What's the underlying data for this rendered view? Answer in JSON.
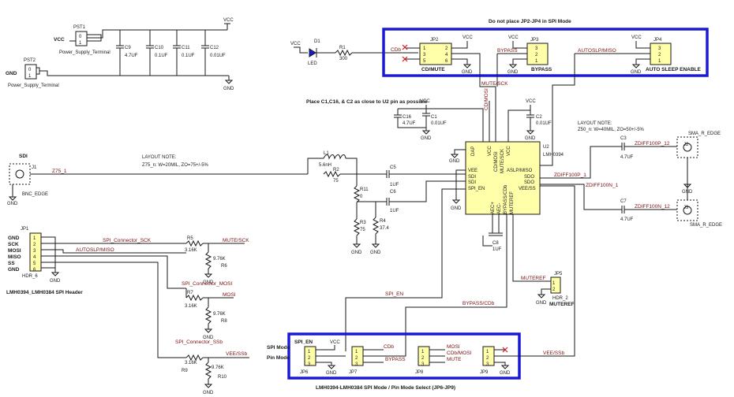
{
  "notes": {
    "spi_mode": "Do not place JP2-JP4 in SPI Mode",
    "close": "Place C1,C16, & C2 as close to U2 pin as possible",
    "layout1_title": "LAYOUT NOTE:",
    "layout1_text": "Z75_n: W=20MIL, ZO=75+/-5%",
    "layout2_title": "LAYOUT NOTE:",
    "layout2_text": "Z50_n: W=40MIL, ZO=50+/-5%",
    "header_title": "LMH0394_LMH0384 SPI Header",
    "mode_title": "LMH0394-LMH0384 SPI Mode / Pin Mode Select (JP6-JP9)",
    "spi_mode_lbl": "SPI Mode",
    "pin_mode_lbl": "Pin Mode"
  },
  "power": {
    "vcc": "VCC",
    "gnd": "GND"
  },
  "components": {
    "pst1": "PST1",
    "pst2": "PST2",
    "pst_name": "Power_Supply_Terminal",
    "pin0": "0",
    "pin1": "1",
    "c9": "C9",
    "c9v": "4.7UF",
    "c10": "C10",
    "c10v": "0.1UF",
    "c11": "C11",
    "c11v": "0.1UF",
    "c12": "C12",
    "c12v": "0.01UF",
    "d1": "D1",
    "d1v": "LED",
    "r1": "R1",
    "r1v": "300",
    "jp2": "JP2",
    "jp2v": "CD/MUTE",
    "jp3": "JP3",
    "jp3v": "BYPASS",
    "jp4": "JP4",
    "jp4v": "AUTO SLEEP ENABLE",
    "c16": "C16",
    "c16v": "4.7UF",
    "c1": "C1",
    "c1v": "0.01UF",
    "c2": "C2",
    "c2v": "0.01UF",
    "u2": "U2",
    "u2v": "LMH0394",
    "j1": "J1",
    "j1v": "BNC_EDGE",
    "sdi": "SDI",
    "l1": "L1",
    "l1v": "5.6nH",
    "r2": "R2",
    "r2v": "75",
    "r11": "R11",
    "r11v": "0",
    "r3": "R3",
    "r3v": "75",
    "r4": "R4",
    "r4v": "37.4",
    "c5": "C5",
    "c5v": "1UF",
    "c6": "C6",
    "c6v": "1UF",
    "c3": "C3",
    "c3v": "4.7UF",
    "c7": "C7",
    "c7v": "4.7UF",
    "c8": "C8",
    "c8v": "1UF",
    "j2": "J2",
    "j3": "J3",
    "sma": "SMA_R_EDGE",
    "jp1": "JP1",
    "jp1v": "HDR_6",
    "jp5": "JP5",
    "jp5v": "HDR_2",
    "r5": "R5",
    "r5v": "3.16K",
    "r6": "R6",
    "r6v": "9.76K",
    "r7": "R7",
    "r7v": "3.16K",
    "r8": "R8",
    "r8v": "9.76K",
    "r9": "R9",
    "r9v": "3.16K",
    "r10": "R10",
    "r10v": "9.76K",
    "jp6": "JP6",
    "jp7": "JP7",
    "jp8": "JP8",
    "jp9": "JP9",
    "spi_en": "SPI_EN"
  },
  "u2_pins": {
    "dap": "DAP",
    "vee": "VEE",
    "sdi": "SDI",
    "sdi_n": "SDI",
    "spi_en": "SPI_EN",
    "vcc": "VCC",
    "cdmosi": "CD/MOSI",
    "mutesck": "MUTE/SCK",
    "vcc2": "VCC",
    "aslp": "ASLP/MISO",
    "sdo": "SDO",
    "sdo_n": "SDO",
    "veess": "VEE/SS",
    "aec_p": "AEC+",
    "aec_n": "AEC-",
    "bypcdb": "BYPASS/CDb",
    "muteref": "MUTEREF"
  },
  "jp1_pins": [
    "GND",
    "SCK",
    "MOSI",
    "MISO",
    "SS",
    "GND"
  ],
  "nets": {
    "cdb": "CDb",
    "bypass": "BYPASS",
    "autoslp": "AUTOSLP/MISO",
    "mutesck": "MUTE/SCK",
    "cdmosi": "CD/MOSI",
    "z75": "Z75_1",
    "zdiff100p": "ZDIFF100P_12",
    "zdiff100n": "ZDIFF100N_12",
    "zdiff100p1": "ZDIFF100P_1",
    "zdiff100n1": "ZDIFF100N_1",
    "spi_sck": "SPI_Connector_SCK",
    "autoslp2": "AUTOSLP/MISO",
    "mute_sck2": "MUTE/SCK",
    "spi_mosi": "SPI_Connector_MOSI",
    "mosi": "MOSI",
    "spi_ssb": "SPI_Connector_SSb",
    "veessb": "VEE/SSb",
    "spi_en": "SPI_EN",
    "bypcdb": "BYPASS/CDb",
    "muteref": "MUTEREF",
    "cdb2": "CDb",
    "bypass2": "BYPASS",
    "mosi2": "MOSI",
    "cdbmosi": "CDb/MOSI",
    "mute2": "MUTE",
    "veessb2": "VEE/SSb"
  },
  "colors": {
    "highlight": "#1a1ad4",
    "no_connect": "#d41a1a",
    "ic_fill": "#ffffaa",
    "net_text": "#7a1010"
  }
}
